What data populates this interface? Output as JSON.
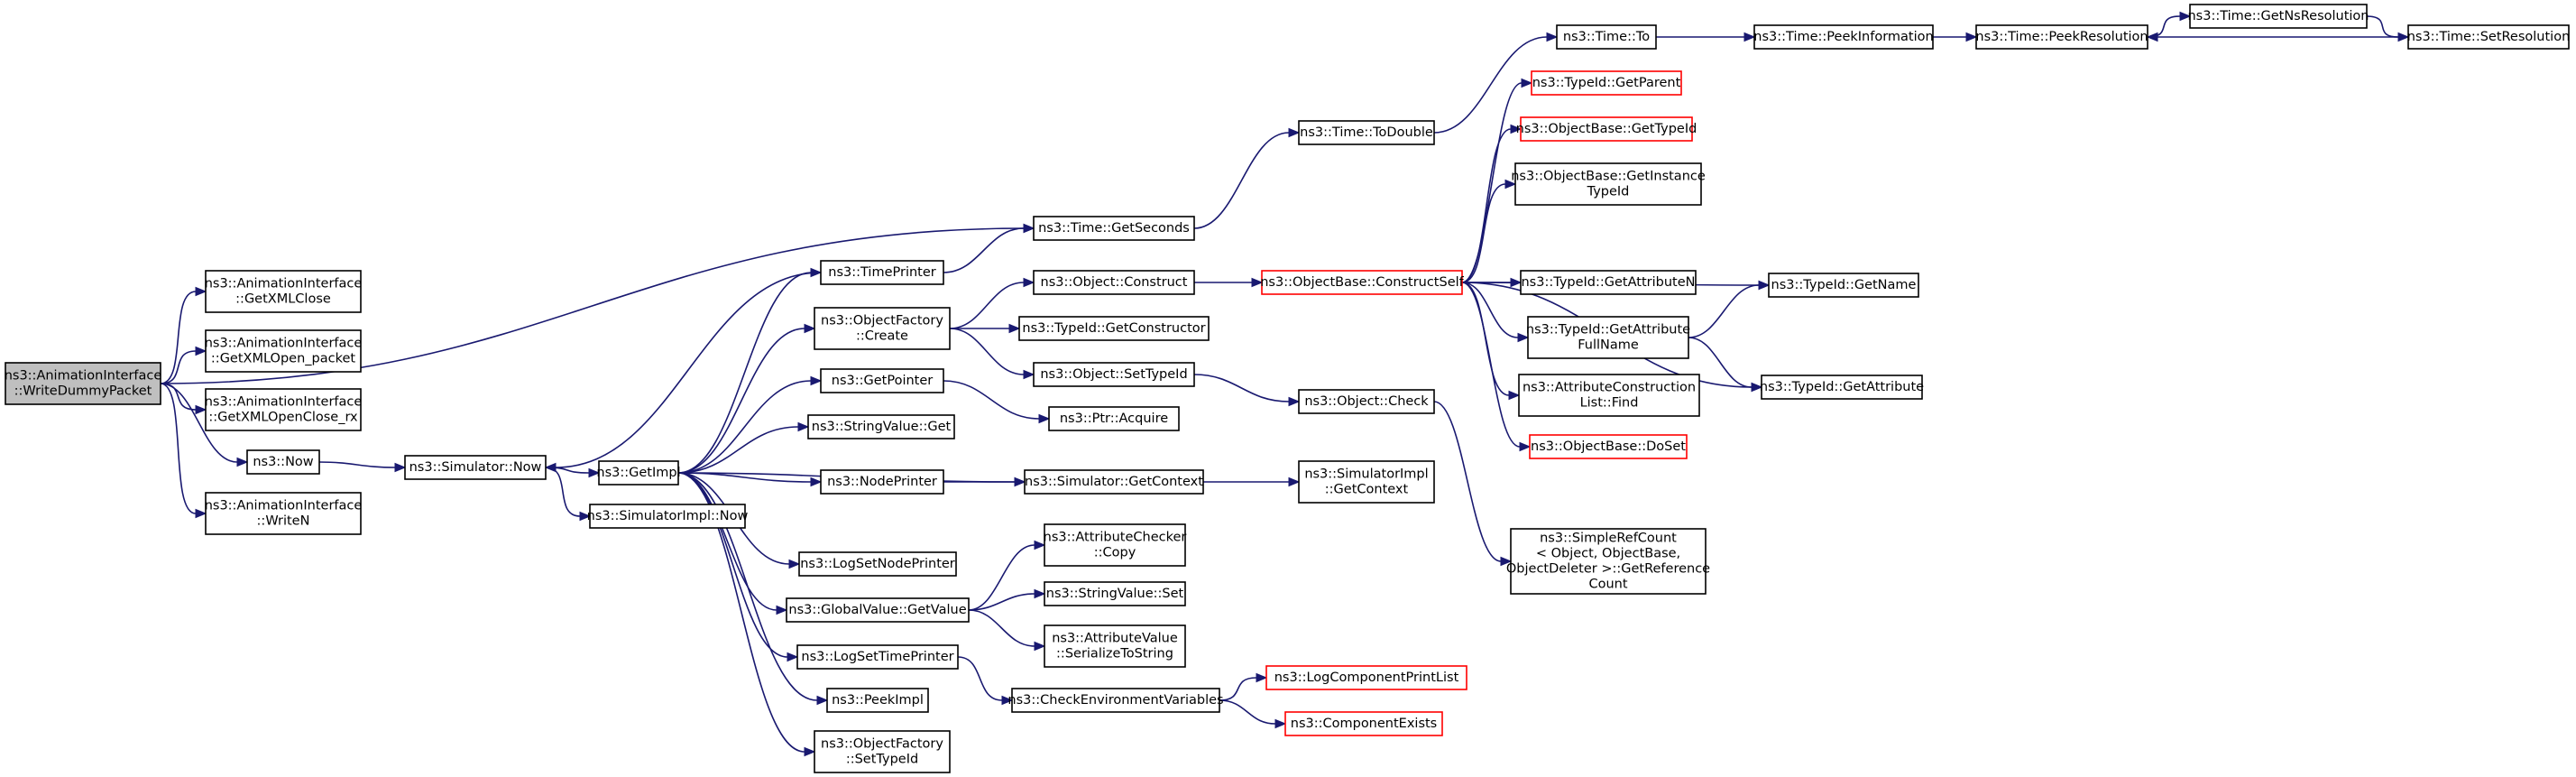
{
  "diagram": {
    "title": "",
    "nodes": [
      {
        "id": "n0",
        "lines": [
          "ns3::AnimationInterface",
          "::WriteDummyPacket"
        ],
        "style": "root"
      },
      {
        "id": "n1",
        "lines": [
          "ns3::AnimationInterface",
          "::GetXMLClose"
        ],
        "style": "normal"
      },
      {
        "id": "n2",
        "lines": [
          "ns3::AnimationInterface",
          "::GetXMLOpen_packet"
        ],
        "style": "normal"
      },
      {
        "id": "n3",
        "lines": [
          "ns3::AnimationInterface",
          "::GetXMLOpenClose_rx"
        ],
        "style": "normal"
      },
      {
        "id": "n4",
        "lines": [
          "ns3::Now"
        ],
        "style": "normal"
      },
      {
        "id": "n5",
        "lines": [
          "ns3::AnimationInterface",
          "::WriteN"
        ],
        "style": "normal"
      },
      {
        "id": "n6",
        "lines": [
          "ns3::Simulator::Now"
        ],
        "style": "normal"
      },
      {
        "id": "n7",
        "lines": [
          "ns3::GetImpl"
        ],
        "style": "normal"
      },
      {
        "id": "n8",
        "lines": [
          "ns3::SimulatorImpl::Now"
        ],
        "style": "normal"
      },
      {
        "id": "n9",
        "lines": [
          "ns3::TimePrinter"
        ],
        "style": "normal"
      },
      {
        "id": "n10",
        "lines": [
          "ns3::ObjectFactory",
          "::Create"
        ],
        "style": "normal"
      },
      {
        "id": "n11",
        "lines": [
          "ns3::GetPointer"
        ],
        "style": "normal"
      },
      {
        "id": "n12",
        "lines": [
          "ns3::StringValue::Get"
        ],
        "style": "normal"
      },
      {
        "id": "n13",
        "lines": [
          "ns3::NodePrinter"
        ],
        "style": "normal"
      },
      {
        "id": "n14",
        "lines": [
          "ns3::LogSetNodePrinter"
        ],
        "style": "normal"
      },
      {
        "id": "n15",
        "lines": [
          "ns3::GlobalValue::GetValue"
        ],
        "style": "normal"
      },
      {
        "id": "n16",
        "lines": [
          "ns3::LogSetTimePrinter"
        ],
        "style": "normal"
      },
      {
        "id": "n17",
        "lines": [
          "ns3::PeekImpl"
        ],
        "style": "normal"
      },
      {
        "id": "n18",
        "lines": [
          "ns3::ObjectFactory",
          "::SetTypeId"
        ],
        "style": "normal"
      },
      {
        "id": "n19",
        "lines": [
          "ns3::Time::GetSeconds"
        ],
        "style": "normal"
      },
      {
        "id": "n20",
        "lines": [
          "ns3::Object::Construct"
        ],
        "style": "normal"
      },
      {
        "id": "n21",
        "lines": [
          "ns3::TypeId::GetConstructor"
        ],
        "style": "normal"
      },
      {
        "id": "n22",
        "lines": [
          "ns3::Object::SetTypeId"
        ],
        "style": "normal"
      },
      {
        "id": "n23",
        "lines": [
          "ns3::Ptr::Acquire"
        ],
        "style": "normal"
      },
      {
        "id": "n24",
        "lines": [
          "ns3::Simulator::GetContext"
        ],
        "style": "normal"
      },
      {
        "id": "n25",
        "lines": [
          "ns3::AttributeChecker",
          "::Copy"
        ],
        "style": "normal"
      },
      {
        "id": "n26",
        "lines": [
          "ns3::StringValue::Set"
        ],
        "style": "normal"
      },
      {
        "id": "n27",
        "lines": [
          "ns3::AttributeValue",
          "::SerializeToString"
        ],
        "style": "normal"
      },
      {
        "id": "n28",
        "lines": [
          "ns3::CheckEnvironmentVariables"
        ],
        "style": "normal"
      },
      {
        "id": "n29",
        "lines": [
          "ns3::Time::ToDouble"
        ],
        "style": "normal"
      },
      {
        "id": "n30",
        "lines": [
          "ns3::ObjectBase::ConstructSelf"
        ],
        "style": "red"
      },
      {
        "id": "n31",
        "lines": [
          "ns3::Object::Check"
        ],
        "style": "normal"
      },
      {
        "id": "n32",
        "lines": [
          "ns3::SimulatorImpl",
          "::GetContext"
        ],
        "style": "normal"
      },
      {
        "id": "n33",
        "lines": [
          "ns3::LogComponentPrintList"
        ],
        "style": "red"
      },
      {
        "id": "n34",
        "lines": [
          "ns3::ComponentExists"
        ],
        "style": "red"
      },
      {
        "id": "n35",
        "lines": [
          "ns3::Time::To"
        ],
        "style": "normal"
      },
      {
        "id": "n36",
        "lines": [
          "ns3::TypeId::GetParent"
        ],
        "style": "red"
      },
      {
        "id": "n37",
        "lines": [
          "ns3::ObjectBase::GetTypeId"
        ],
        "style": "red"
      },
      {
        "id": "n38",
        "lines": [
          "ns3::ObjectBase::GetInstance",
          "TypeId"
        ],
        "style": "normal"
      },
      {
        "id": "n39",
        "lines": [
          "ns3::TypeId::GetAttributeN"
        ],
        "style": "normal"
      },
      {
        "id": "n40",
        "lines": [
          "ns3::TypeId::GetAttribute",
          "FullName"
        ],
        "style": "normal"
      },
      {
        "id": "n41",
        "lines": [
          "ns3::AttributeConstruction",
          "List::Find"
        ],
        "style": "normal"
      },
      {
        "id": "n42",
        "lines": [
          "ns3::ObjectBase::DoSet"
        ],
        "style": "red"
      },
      {
        "id": "n43",
        "lines": [
          "ns3::SimpleRefCount",
          "< Object, ObjectBase,",
          "ObjectDeleter >::GetReference",
          "Count"
        ],
        "style": "normal"
      },
      {
        "id": "n44",
        "lines": [
          "ns3::Time::PeekInformation"
        ],
        "style": "normal"
      },
      {
        "id": "n45",
        "lines": [
          "ns3::Time::PeekResolution"
        ],
        "style": "normal"
      },
      {
        "id": "n46",
        "lines": [
          "ns3::Time::GetNsResolution"
        ],
        "style": "normal"
      },
      {
        "id": "n47",
        "lines": [
          "ns3::Time::SetResolution"
        ],
        "style": "normal"
      },
      {
        "id": "n48",
        "lines": [
          "ns3::TypeId::GetName"
        ],
        "style": "normal"
      },
      {
        "id": "n49",
        "lines": [
          "ns3::TypeId::GetAttribute"
        ],
        "style": "normal"
      }
    ],
    "edges": [
      {
        "from": "n0",
        "to": "n19"
      },
      {
        "from": "n0",
        "to": "n1"
      },
      {
        "from": "n0",
        "to": "n2"
      },
      {
        "from": "n0",
        "to": "n3"
      },
      {
        "from": "n0",
        "to": "n4"
      },
      {
        "from": "n0",
        "to": "n5"
      },
      {
        "from": "n4",
        "to": "n6"
      },
      {
        "from": "n6",
        "to": "n7"
      },
      {
        "from": "n6",
        "to": "n8"
      },
      {
        "from": "n7",
        "to": "n9"
      },
      {
        "from": "n7",
        "to": "n10"
      },
      {
        "from": "n7",
        "to": "n11"
      },
      {
        "from": "n7",
        "to": "n12"
      },
      {
        "from": "n7",
        "to": "n13"
      },
      {
        "from": "n7",
        "to": "n24"
      },
      {
        "from": "n7",
        "to": "n14"
      },
      {
        "from": "n7",
        "to": "n15"
      },
      {
        "from": "n7",
        "to": "n16"
      },
      {
        "from": "n7",
        "to": "n17"
      },
      {
        "from": "n7",
        "to": "n18"
      },
      {
        "from": "n9",
        "to": "n6"
      },
      {
        "from": "n9",
        "to": "n19"
      },
      {
        "from": "n10",
        "to": "n20"
      },
      {
        "from": "n10",
        "to": "n21"
      },
      {
        "from": "n10",
        "to": "n22"
      },
      {
        "from": "n11",
        "to": "n23"
      },
      {
        "from": "n13",
        "to": "n24"
      },
      {
        "from": "n15",
        "to": "n25"
      },
      {
        "from": "n15",
        "to": "n26"
      },
      {
        "from": "n15",
        "to": "n27"
      },
      {
        "from": "n16",
        "to": "n28"
      },
      {
        "from": "n19",
        "to": "n29"
      },
      {
        "from": "n20",
        "to": "n30"
      },
      {
        "from": "n22",
        "to": "n31"
      },
      {
        "from": "n24",
        "to": "n32"
      },
      {
        "from": "n28",
        "to": "n33"
      },
      {
        "from": "n28",
        "to": "n34"
      },
      {
        "from": "n29",
        "to": "n35"
      },
      {
        "from": "n30",
        "to": "n36"
      },
      {
        "from": "n30",
        "to": "n37"
      },
      {
        "from": "n30",
        "to": "n38"
      },
      {
        "from": "n30",
        "to": "n39"
      },
      {
        "from": "n30",
        "to": "n40"
      },
      {
        "from": "n30",
        "to": "n41"
      },
      {
        "from": "n30",
        "to": "n42"
      },
      {
        "from": "n30",
        "to": "n48"
      },
      {
        "from": "n30",
        "to": "n49"
      },
      {
        "from": "n31",
        "to": "n43"
      },
      {
        "from": "n35",
        "to": "n44"
      },
      {
        "from": "n44",
        "to": "n45"
      },
      {
        "from": "n45",
        "to": "n46"
      },
      {
        "from": "n46",
        "to": "n47"
      },
      {
        "from": "n47",
        "to": "n45"
      },
      {
        "from": "n40",
        "to": "n48"
      },
      {
        "from": "n40",
        "to": "n49"
      }
    ]
  }
}
